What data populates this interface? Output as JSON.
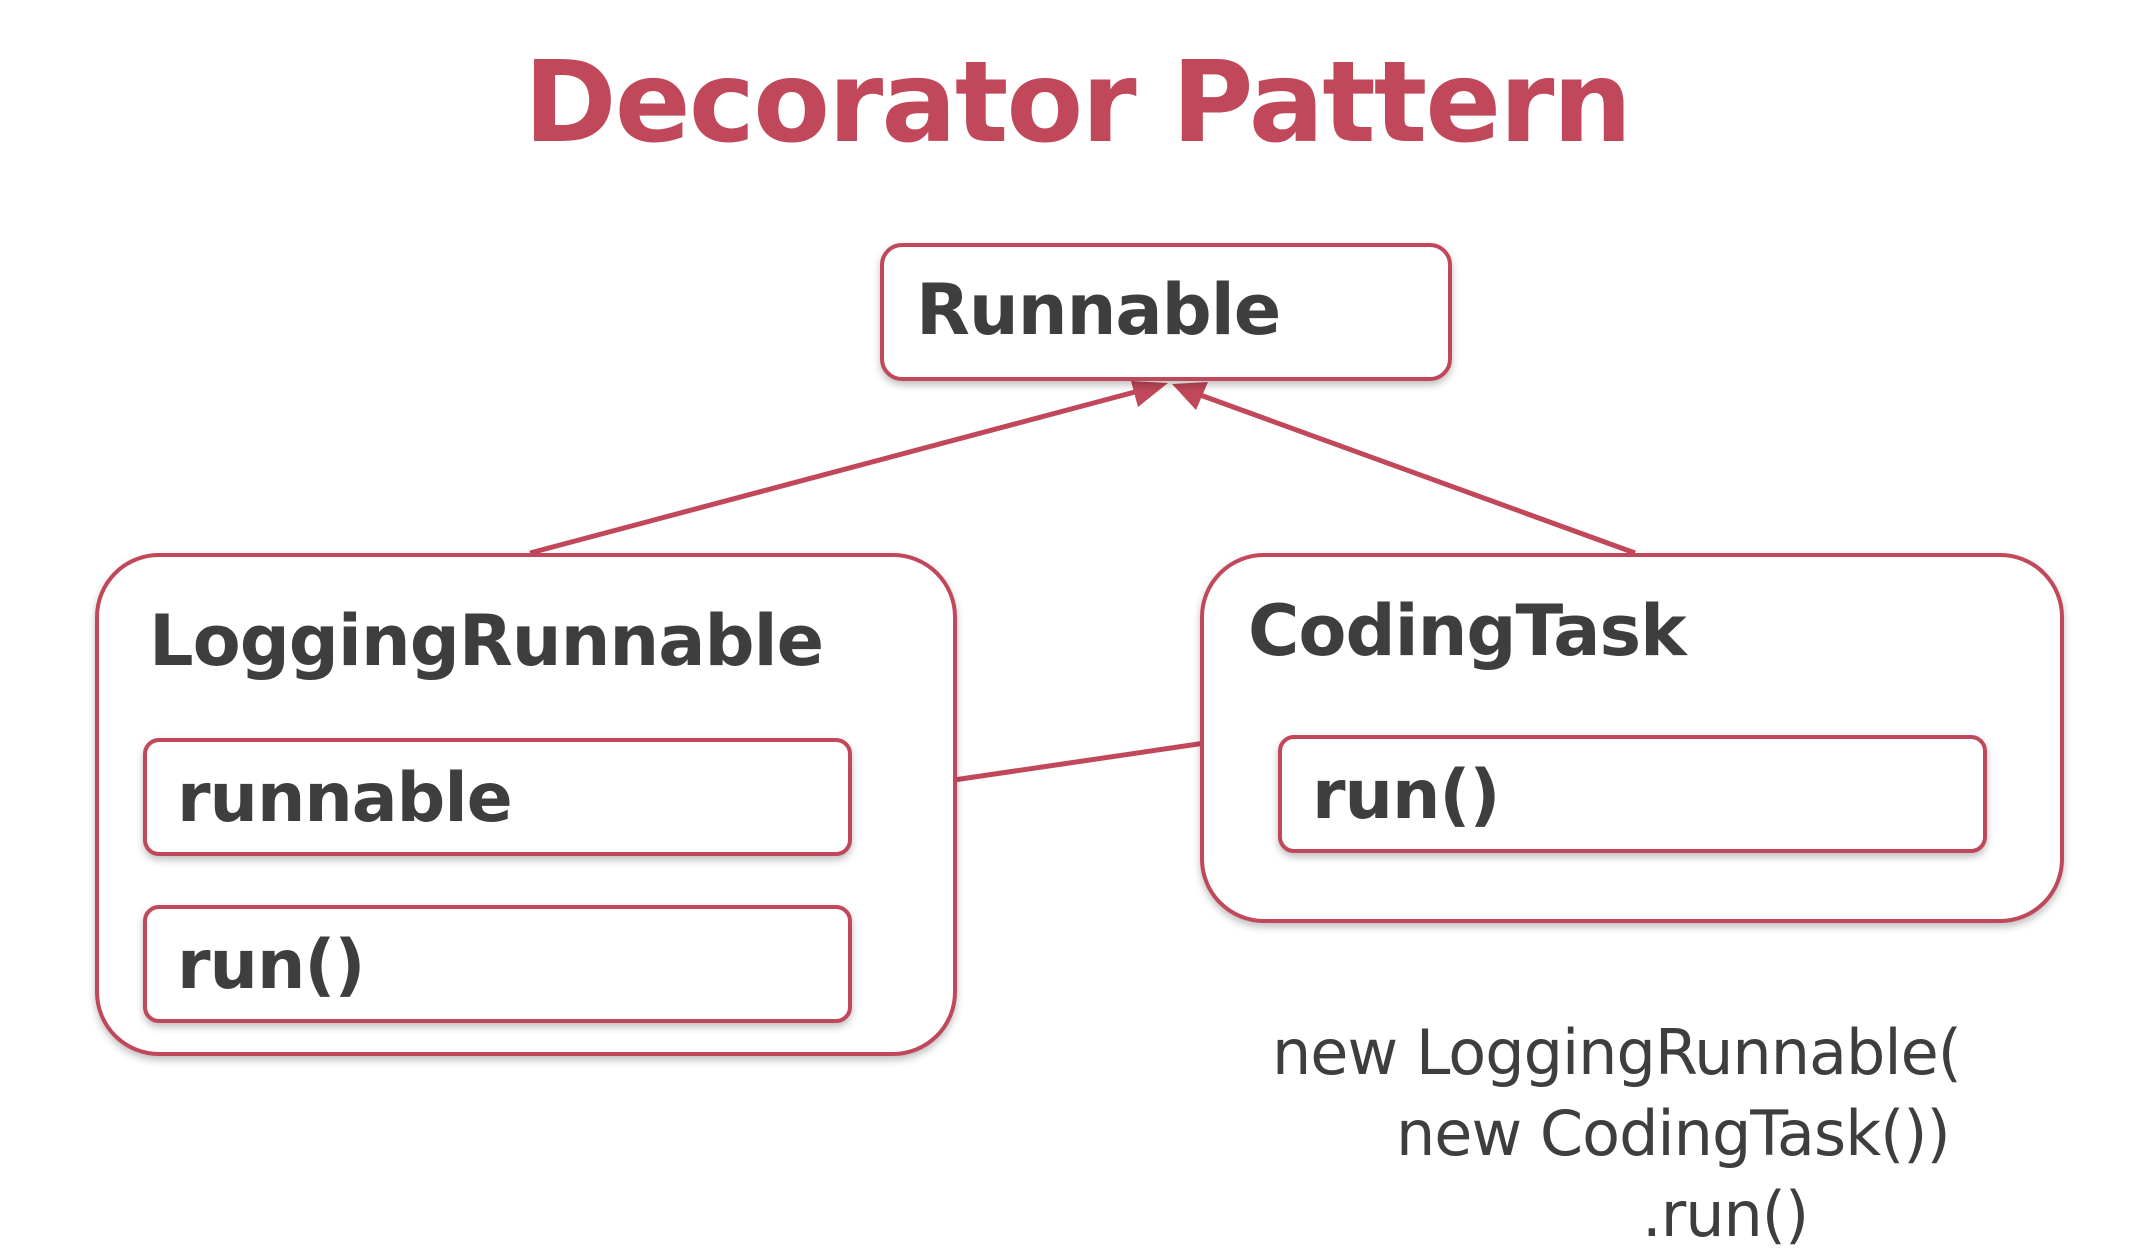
{
  "colors": {
    "accent": "#c0485a",
    "text": "#3e3e3e",
    "background": "#ffffff"
  },
  "title": "Decorator Pattern",
  "interface": {
    "name": "Runnable"
  },
  "decorator": {
    "name": "LoggingRunnable",
    "members": [
      "runnable",
      "run()"
    ]
  },
  "component": {
    "name": "CodingTask",
    "members": [
      "run()"
    ]
  },
  "code": {
    "lines": [
      "new LoggingRunnable(",
      "new CodingTask())",
      ".run()"
    ]
  }
}
